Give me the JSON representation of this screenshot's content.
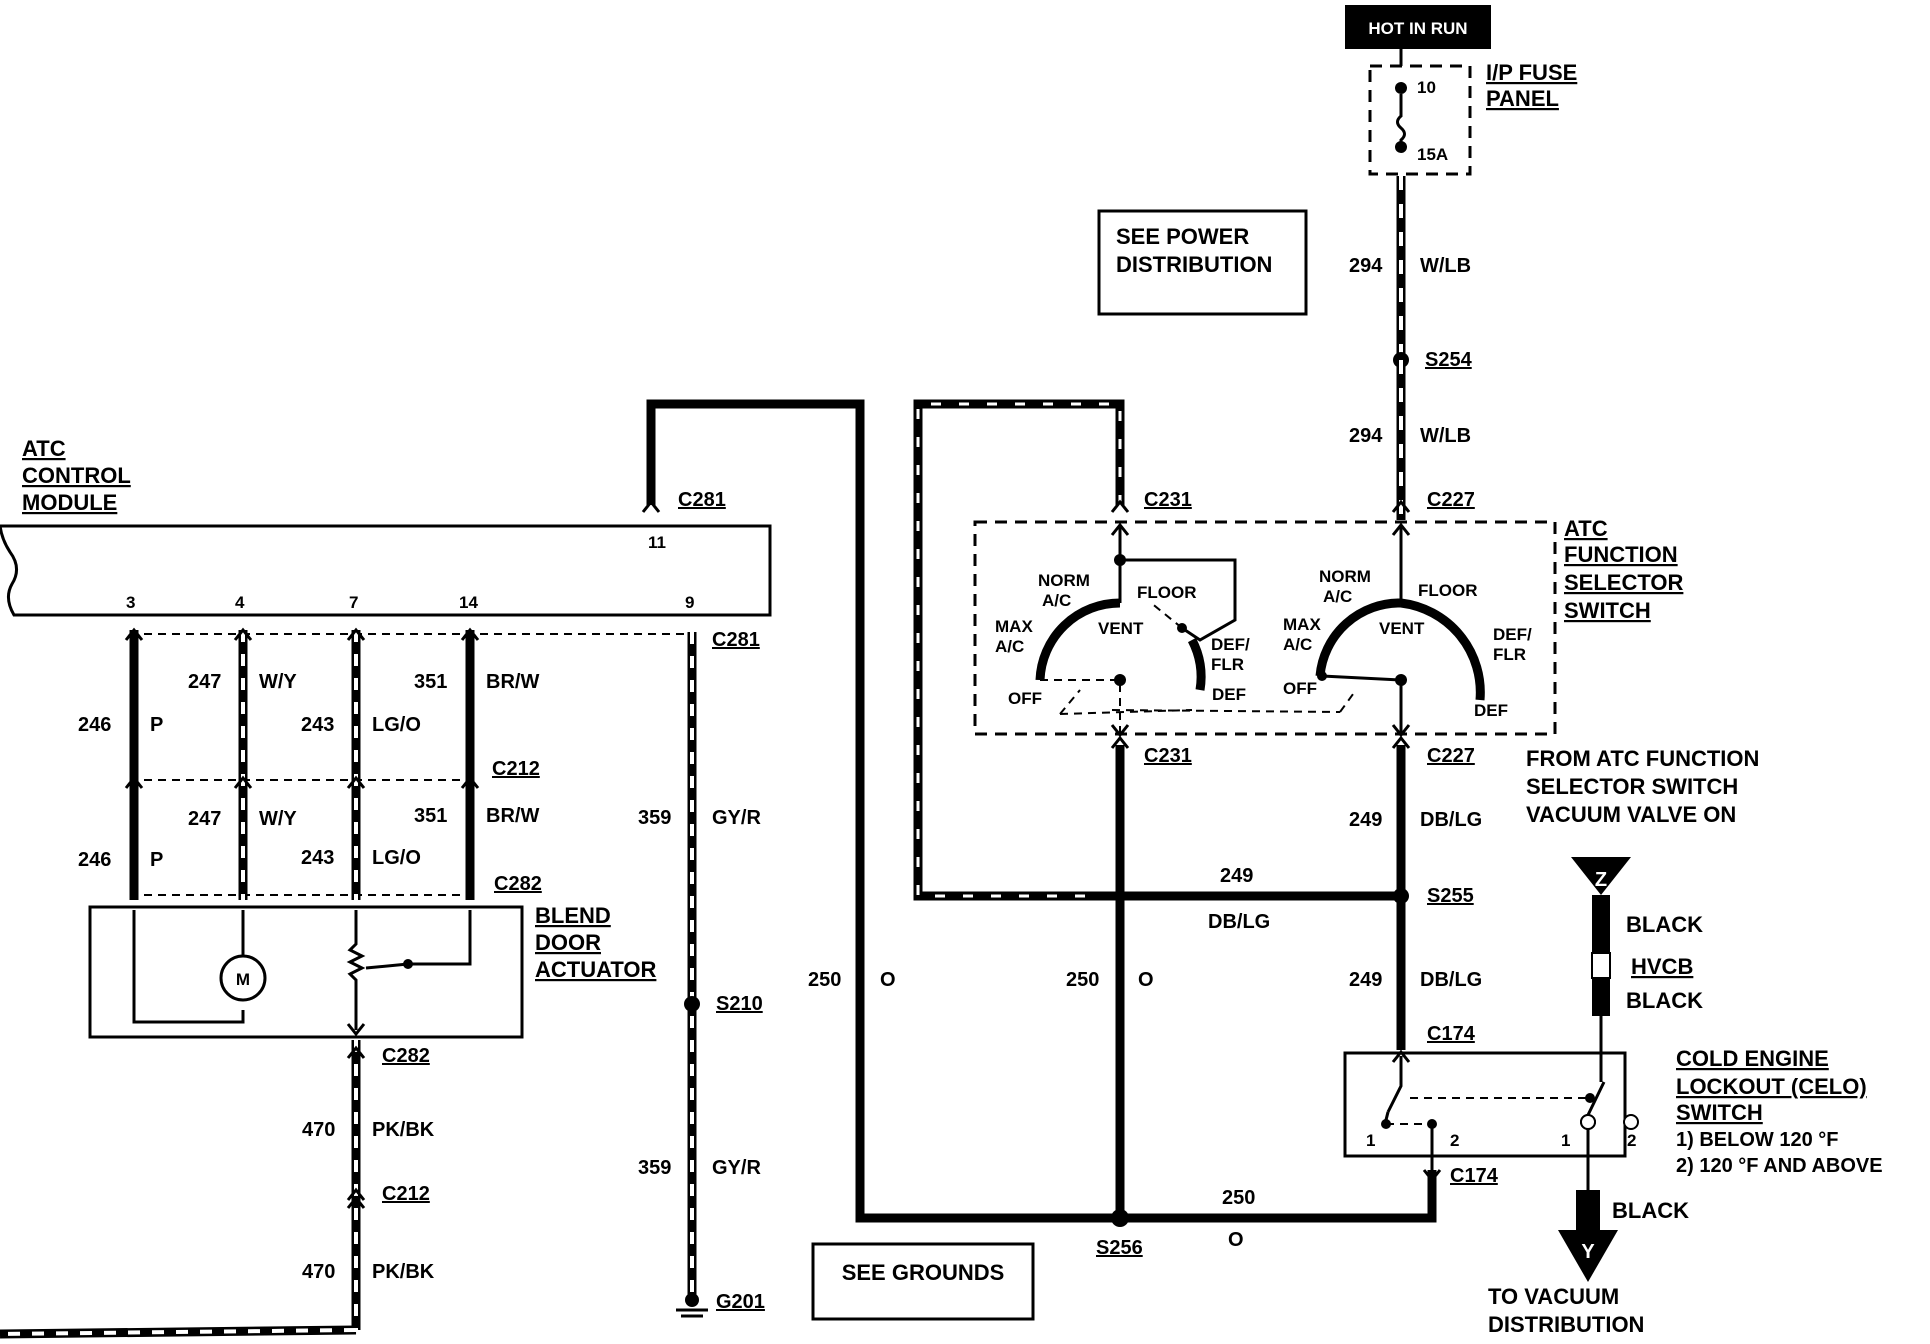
{
  "hot_in_run": "HOT IN RUN",
  "fuse_panel": {
    "line1": "I/P FUSE",
    "line2": "PANEL",
    "fuse_num": "10",
    "fuse_amp": "15A"
  },
  "see_power": {
    "line1": "SEE POWER",
    "line2": "DISTRIBUTION"
  },
  "see_grounds": "SEE GROUNDS",
  "atc_module": {
    "line1": "ATC",
    "line2": "CONTROL",
    "line3": "MODULE",
    "pins": {
      "p3": "3",
      "p4": "4",
      "p7": "7",
      "p14": "14",
      "p9": "9",
      "p11": "11"
    }
  },
  "connectors": {
    "c281_top": "C281",
    "c281_bot": "C281",
    "c212_a": "C212",
    "c282_a": "C282",
    "c282_b": "C282",
    "c212_b": "C212",
    "c231_top": "C231",
    "c231_bot": "C231",
    "c227_top": "C227",
    "c227_bot": "C227",
    "c174_top": "C174",
    "c174_bot": "C174"
  },
  "splices": {
    "s254": "S254",
    "s255": "S255",
    "s256": "S256",
    "s210": "S210",
    "g201": "G201"
  },
  "wires": {
    "w294a_num": "294",
    "w294a_col": "W/LB",
    "w294b_num": "294",
    "w294b_col": "W/LB",
    "w246a_num": "246",
    "w246a_col": "P",
    "w247a_num": "247",
    "w247a_col": "W/Y",
    "w243a_num": "243",
    "w243a_col": "LG/O",
    "w351a_num": "351",
    "w351a_col": "BR/W",
    "w246b_num": "246",
    "w246b_col": "P",
    "w247b_num": "247",
    "w247b_col": "W/Y",
    "w243b_num": "243",
    "w243b_col": "LG/O",
    "w351b_num": "351",
    "w351b_col": "BR/W",
    "w359a_num": "359",
    "w359a_col": "GY/R",
    "w359b_num": "359",
    "w359b_col": "GY/R",
    "w470a_num": "470",
    "w470a_col": "PK/BK",
    "w470b_num": "470",
    "w470b_col": "PK/BK",
    "w250a_num": "250",
    "w250a_col": "O",
    "w250b_num": "250",
    "w250b_col": "O",
    "w250c_num": "250",
    "w250c_col": "O",
    "w249a_num": "249",
    "w249a_col": "DB/LG",
    "w249b_num": "249",
    "w249b_col": "DB/LG",
    "w249c_num": "249",
    "w249c_col": "DB/LG"
  },
  "blend_door": {
    "line1": "BLEND",
    "line2": "DOOR",
    "line3": "ACTUATOR",
    "motor": "M"
  },
  "function_switch": {
    "title1": "ATC",
    "title2": "FUNCTION",
    "title3": "SELECTOR",
    "title4": "SWITCH",
    "left": {
      "norm1": "NORM",
      "norm2": "A/C",
      "floor": "FLOOR",
      "max1": "MAX",
      "max2": "A/C",
      "vent": "VENT",
      "deff1": "DEF/",
      "deff2": "FLR",
      "off": "OFF",
      "def": "DEF"
    },
    "right": {
      "norm1": "NORM",
      "norm2": "A/C",
      "floor": "FLOOR",
      "max1": "MAX",
      "max2": "A/C",
      "vent": "VENT",
      "deff1": "DEF/",
      "deff2": "FLR",
      "off": "OFF",
      "def": "DEF"
    }
  },
  "vacuum_note": {
    "line1": "FROM ATC FUNCTION",
    "line2": "SELECTOR SWITCH",
    "line3": "VACUUM VALVE ON"
  },
  "hose": {
    "z": "Z",
    "black1": "BLACK",
    "hvcb": "HVCB",
    "black2": "BLACK",
    "black3": "BLACK",
    "y": "Y",
    "to1": "TO VACUUM",
    "to2": "DISTRIBUTION"
  },
  "celo": {
    "line1": "COLD ENGINE",
    "line2": "LOCKOUT (CELO)",
    "line3": "SWITCH",
    "note1": "1) BELOW 120 °F",
    "note2": "2) 120 °F AND ABOVE",
    "pin1a": "1",
    "pin2a": "2",
    "pin1b": "1",
    "pin2b": "2"
  }
}
